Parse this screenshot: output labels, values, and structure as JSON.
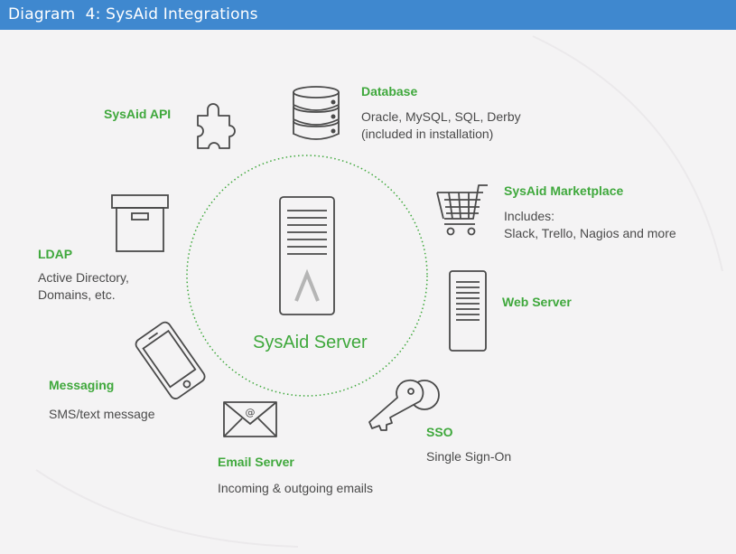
{
  "header": {
    "title": "Diagram  4: SysAid Integrations"
  },
  "colors": {
    "banner": "#3f88cf",
    "accent_green": "#3fa83c",
    "icon_stroke": "#4a4a4a",
    "background": "#f4f3f4"
  },
  "center": {
    "label": "SysAid Server",
    "icon": "server-tower-icon"
  },
  "nodes": {
    "database": {
      "title": "Database",
      "lines": [
        "Oracle, MySQL, SQL, Derby",
        "(included in installation)"
      ],
      "icon": "database-icon"
    },
    "api": {
      "title": "SysAid API",
      "icon": "puzzle-piece-icon"
    },
    "marketplace": {
      "title": "SysAid Marketplace",
      "lines": [
        "Includes:",
        "Slack, Trello, Nagios and more"
      ],
      "icon": "shopping-cart-icon"
    },
    "ldap": {
      "title": "LDAP",
      "lines": [
        "Active Directory,",
        "Domains, etc."
      ],
      "icon": "archive-box-icon"
    },
    "webserver": {
      "title": "Web Server",
      "icon": "server-rack-icon"
    },
    "messaging": {
      "title": "Messaging",
      "lines": [
        "SMS/text message"
      ],
      "icon": "smartphone-icon"
    },
    "sso": {
      "title": "SSO",
      "lines": [
        "Single Sign-On"
      ],
      "icon": "keys-icon"
    },
    "email": {
      "title": "Email Server",
      "lines": [
        "Incoming & outgoing emails"
      ],
      "icon": "envelope-icon"
    }
  }
}
